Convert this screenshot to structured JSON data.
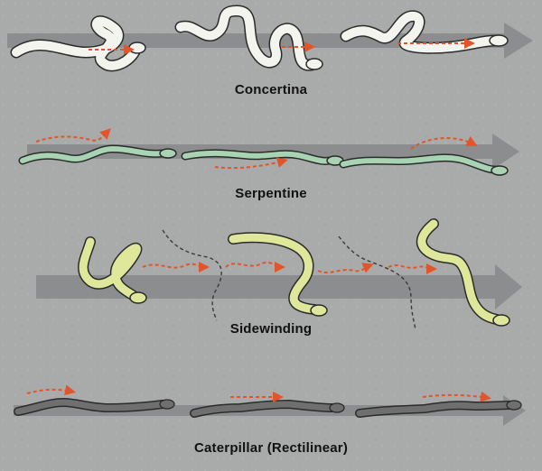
{
  "sections": [
    {
      "key": "concertina",
      "title": "Concertina",
      "snake_color": "#f4f4ef"
    },
    {
      "key": "serpentine",
      "title": "Serpentine",
      "snake_color": "#a8d4b4"
    },
    {
      "key": "sidewinding",
      "title": "Sidewinding",
      "snake_color": "#dfe89a"
    },
    {
      "key": "caterpillar",
      "title": "Caterpillar (Rectilinear)",
      "snake_color": "#6f6f6f"
    }
  ],
  "colors": {
    "background": "#a9aaaa",
    "arrow": "#8b8d8e",
    "outline": "#2b2b2b",
    "motion_arrow": "#e2552a",
    "track": "#3a3a3a"
  }
}
